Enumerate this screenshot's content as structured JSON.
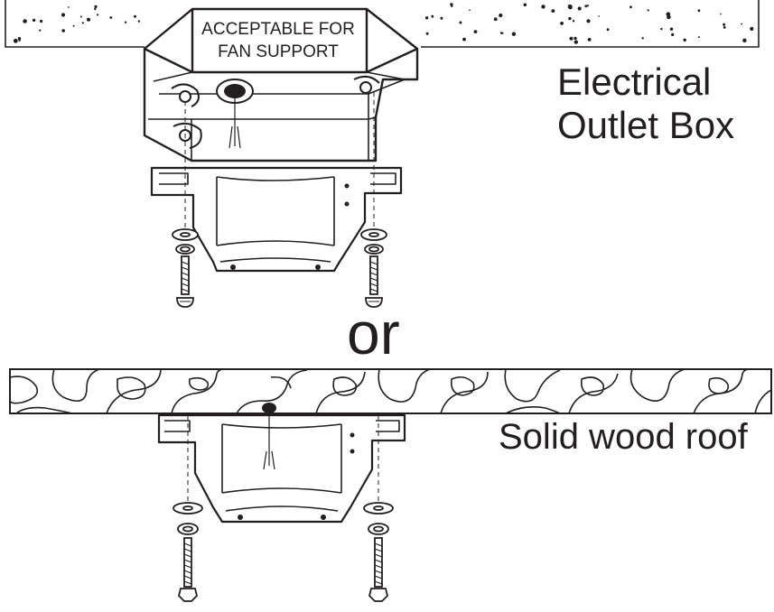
{
  "labels": {
    "outlet_box_line1": "Electrical",
    "outlet_box_line2": "Outlet Box",
    "or": "or",
    "wood_roof": "Solid wood roof",
    "box_text_line1": "ACCEPTABLE FOR",
    "box_text_line2": "FAN SUPPORT"
  },
  "colors": {
    "ink": "#231f20",
    "background": "#ffffff"
  },
  "icons": {
    "ceiling": "speckled-ceiling-section",
    "roof": "wood-grain-beam",
    "bracket": "mounting-bracket",
    "screw": "screw",
    "washer": "flat-washer",
    "lock_washer": "split-lock-washer"
  }
}
